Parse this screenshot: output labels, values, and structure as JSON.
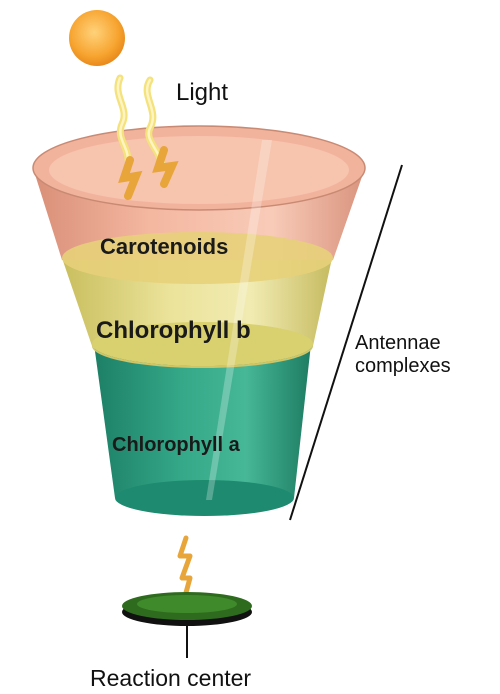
{
  "labels": {
    "light": "Light",
    "carotenoids": "Carotenoids",
    "chlorophyll_b": "Chlorophyll b",
    "chlorophyll_a": "Chlorophyll a",
    "antennae_line1": "Antennae",
    "antennae_line2": "complexes",
    "reaction_center": "Reaction center"
  },
  "colors": {
    "sun": "#f7a531",
    "light_beam": "#f0d05a",
    "carotenoids": "#f2b39a",
    "chlorophyll_b": "#e4dc86",
    "chlorophyll_a": "#2b9c7f",
    "reaction_center": "#2f6b1e"
  }
}
